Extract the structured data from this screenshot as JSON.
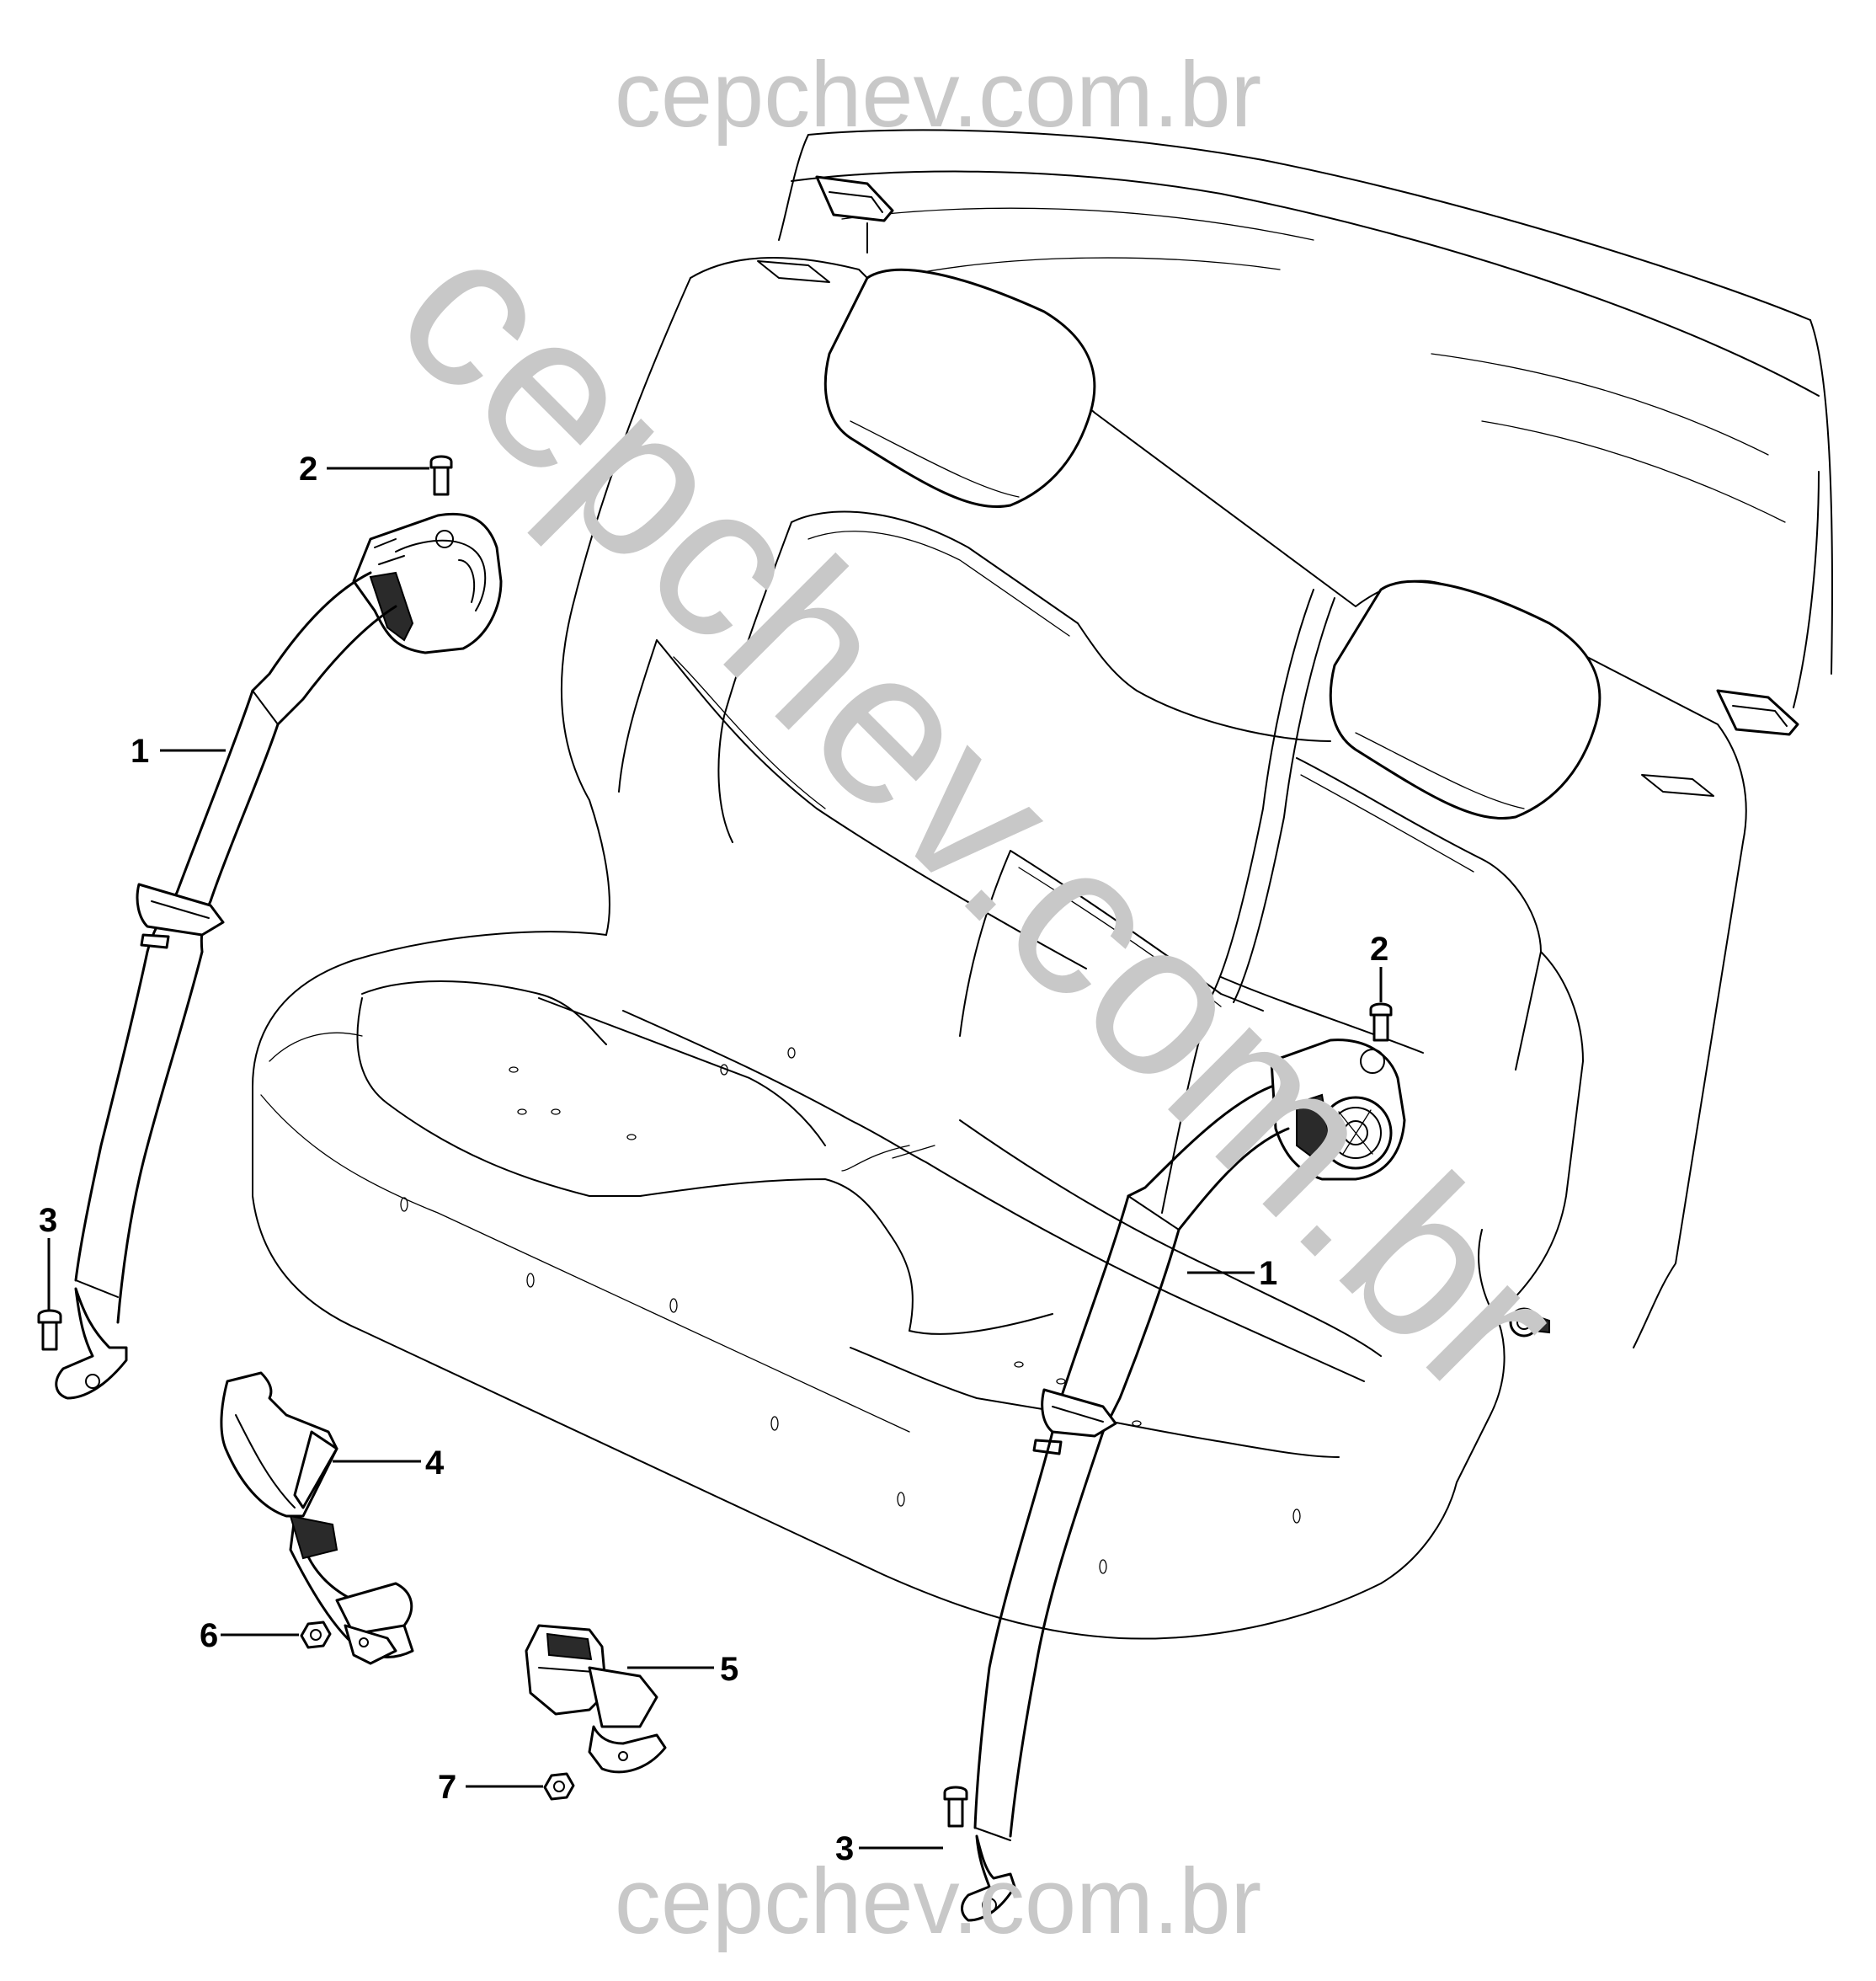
{
  "watermark": {
    "top": "cepchev.com.br",
    "diagonal": "cepchev.com.br",
    "bottom": "cepchev.com.br"
  },
  "callouts": {
    "left_retractor_bolt": "2",
    "left_belt": "1",
    "left_anchor_bolt": "3",
    "buckle_4": "4",
    "nut_6": "6",
    "buckle_5": "5",
    "nut_7": "7",
    "right_retractor_bolt": "2",
    "right_belt": "1",
    "right_anchor_bolt": "3"
  },
  "colors": {
    "line": "#000000",
    "watermark": "#c8c8c8",
    "background": "#ffffff"
  }
}
